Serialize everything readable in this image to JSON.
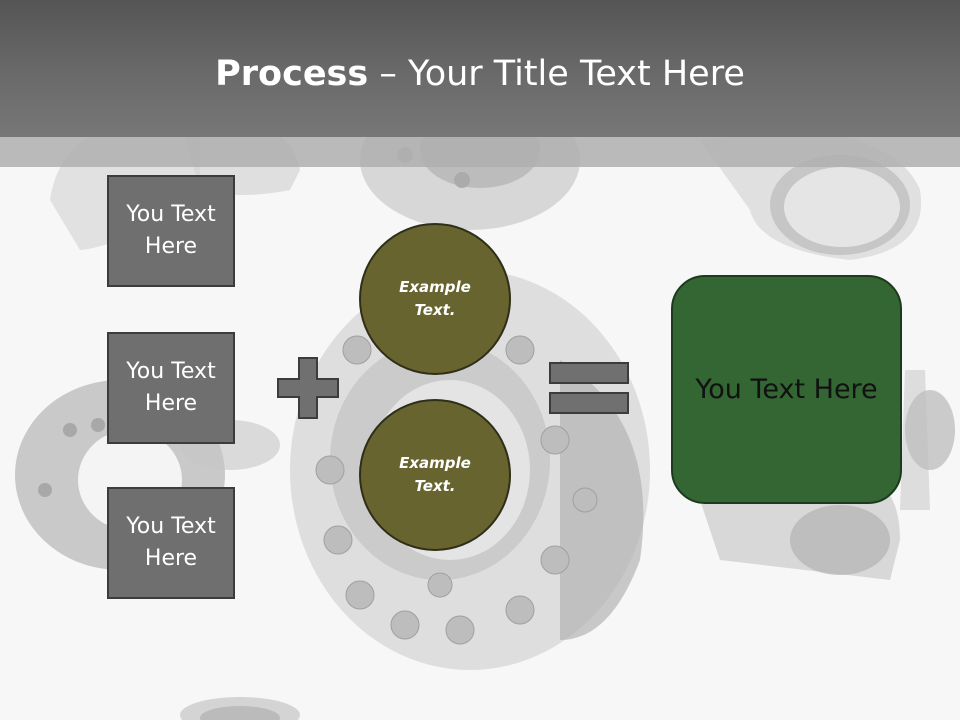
{
  "title": {
    "bold": "Process",
    "rest": " – Your Title Text Here"
  },
  "left_boxes": [
    {
      "label": "You Text Here"
    },
    {
      "label": "You Text Here"
    },
    {
      "label": "You Text Here"
    }
  ],
  "circles": [
    {
      "label": "Example Text."
    },
    {
      "label": "Example Text."
    }
  ],
  "result": {
    "label": "You Text Here"
  },
  "operators": {
    "plus": "plus-icon",
    "equals": "equals-icon"
  },
  "colors": {
    "header": "#666666",
    "box_fill": "#6f6f6f",
    "circle_fill": "#686430",
    "result_fill": "#336633"
  }
}
